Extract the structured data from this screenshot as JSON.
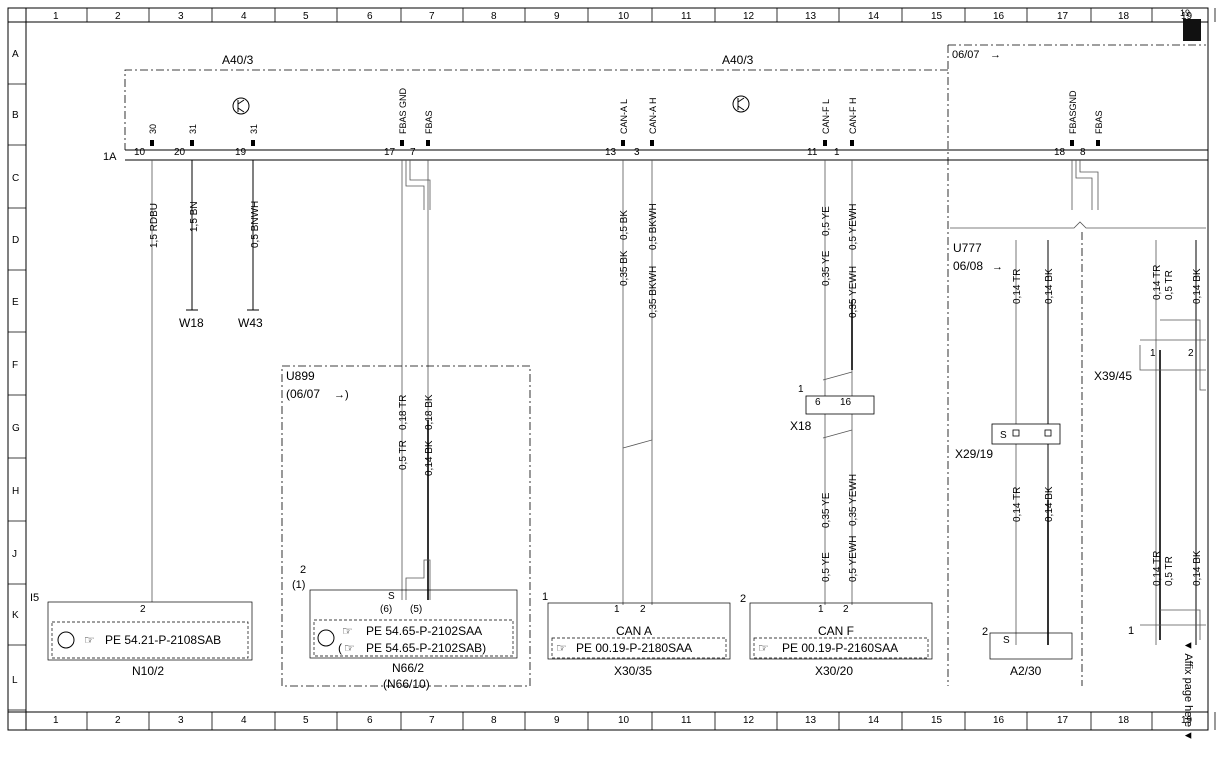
{
  "columns": [
    "1",
    "2",
    "3",
    "4",
    "5",
    "6",
    "7",
    "8",
    "9",
    "10",
    "11",
    "12",
    "13",
    "14",
    "15",
    "16",
    "17",
    "18",
    "19"
  ],
  "rows": [
    "A",
    "B",
    "C",
    "D",
    "E",
    "F",
    "G",
    "H",
    "J",
    "K",
    "L"
  ],
  "modules": {
    "left_title": "A40/3",
    "right_title": "A40/3",
    "side_note": "06/07",
    "conn_label": "1A"
  },
  "pins": [
    {
      "name": "30",
      "num": "10"
    },
    {
      "name": "31",
      "num": "20"
    },
    {
      "name": "31",
      "num": "19"
    },
    {
      "name": "FBAS GND",
      "num": "17"
    },
    {
      "name": "FBAS",
      "num": "7"
    },
    {
      "name": "CAN-A L",
      "num": "13"
    },
    {
      "name": "CAN-A H",
      "num": "3"
    },
    {
      "name": "CAN-F L",
      "num": "11"
    },
    {
      "name": "CAN-F H",
      "num": "1"
    },
    {
      "name": "FBASGND",
      "num": "18"
    },
    {
      "name": "FBAS",
      "num": "8"
    }
  ],
  "wires": {
    "w1": "1,5 RDBU",
    "w2": "1,5 BN",
    "w3": "0,5 BNWH",
    "w4": "0,18 TR",
    "w5": "0,18 BK",
    "w6": "0,5 TR",
    "w7": "0,14 BK",
    "w8": "0,5 BK",
    "w9": "0,5 BKWH",
    "w10": "0,35 BK",
    "w11": "0,35 BKWH",
    "w12": "0,5 YE",
    "w13": "0,5 YEWH",
    "w14": "0,35 YE",
    "w15": "0,35 YEWH",
    "w16": "0,14 TR",
    "w17": "0,14 BK",
    "w18": "0,5 TR"
  },
  "grounds": {
    "g1": "W18",
    "g2": "W43"
  },
  "u899": {
    "id": "U899",
    "date": "(06/07",
    "arrow": "→)"
  },
  "u777": {
    "id": "U777",
    "date": "06/08",
    "arrow": "→"
  },
  "connectors": {
    "x18": "X18",
    "x18_pin_a": "6",
    "x18_pin_b": "16",
    "x18_num": "1",
    "x29": "X29/19",
    "x39": "X39/45",
    "s": "S",
    "n66_pin_s": "S",
    "n66_pin_6": "(6)",
    "n66_pin_5": "(5)",
    "n66_num": "2",
    "n66_alt": "(1)"
  },
  "components": {
    "i5": "I5",
    "n10_pin": "2",
    "n10_ref": "PE 54.21-P-2108SAB",
    "n10_name": "N10/2",
    "n66_ref1": "PE 54.65-P-2102SAA",
    "n66_ref2": "(",
    "n66_ref2b": "PE 54.65-P-2102SAB)",
    "n66_name": "N66/2",
    "n66_alt_name": "(N66/10)",
    "x30_35_num": "1",
    "x30_35_pin1": "1",
    "x30_35_pin2": "2",
    "x30_35_bus": "CAN A",
    "x30_35_ref": "PE 00.19-P-2180SAA",
    "x30_35_name": "X30/35",
    "x30_20_num": "2",
    "x30_20_pin1": "1",
    "x30_20_pin2": "2",
    "x30_20_bus": "CAN F",
    "x30_20_ref": "PE 00.19-P-2160SAA",
    "x30_20_name": "X30/20",
    "a2_num": "2",
    "a2_s": "S",
    "a2_name": "A2/30",
    "right_pin1": "1",
    "right_pin2": "2",
    "right_pin_k": "1"
  },
  "side": {
    "affix": "▼ Affix page here ▼",
    "page_no": "19"
  }
}
